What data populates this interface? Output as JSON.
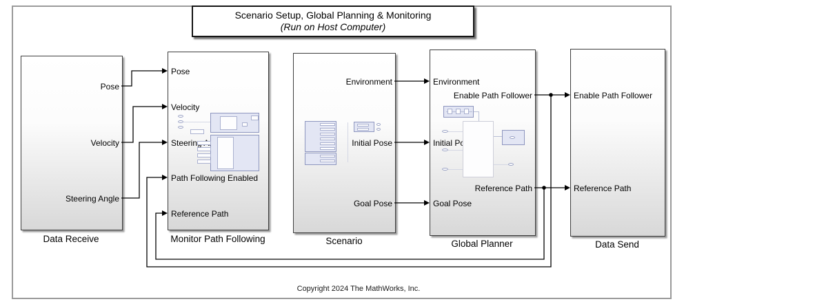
{
  "title": {
    "line1": "Scenario Setup, Global Planning & Monitoring",
    "line2": "(Run on Host Computer)"
  },
  "copyright": "Copyright 2024 The MathWorks, Inc.",
  "blocks": {
    "data_receive": {
      "label": "Data Receive",
      "outputs": [
        "Pose",
        "Velocity",
        "Steering Angle"
      ]
    },
    "monitor": {
      "label": "Monitor Path Following",
      "inputs": [
        "Pose",
        "Velocity",
        "Steering Angle",
        "Path Following Enabled",
        "Reference Path"
      ]
    },
    "scenario": {
      "label": "Scenario",
      "outputs": [
        "Environment",
        "Initial Pose",
        "Goal Pose"
      ]
    },
    "global_planner": {
      "label": "Global Planner",
      "inputs": [
        "Environment",
        "Initial Pose",
        "Goal Pose"
      ],
      "outputs": [
        "Enable Path Follower",
        "Reference Path"
      ]
    },
    "data_send": {
      "label": "Data Send",
      "inputs": [
        "Enable Path Follower",
        "Reference Path"
      ]
    }
  },
  "colors": {
    "wire": "#000000",
    "block_border": "#3c3c3c",
    "block_gradient_bottom": "#d8d8d8",
    "frame_border": "#9a9a9a",
    "preview_fill": "#e3e6f4",
    "preview_border": "#8d95be"
  }
}
